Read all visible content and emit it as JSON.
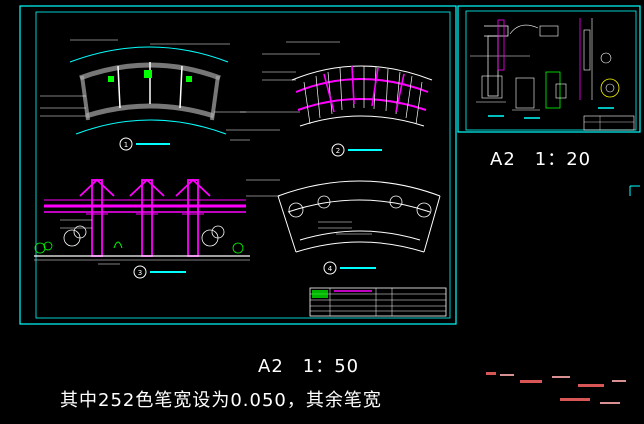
{
  "captions": {
    "scale_20": "A2　1：20",
    "scale_50": "A2　1：50",
    "pen_note": "其中252色笔宽设为0.050，其余笔宽"
  },
  "detail_numbers": [
    "1",
    "2",
    "3",
    "4"
  ],
  "colors": {
    "background": "#000000",
    "frame": "#00ffff",
    "structure": "#ff00ff",
    "annotation": "#ffffff",
    "vegetation": "#00ff00",
    "accent_yellow": "#ffff00"
  }
}
